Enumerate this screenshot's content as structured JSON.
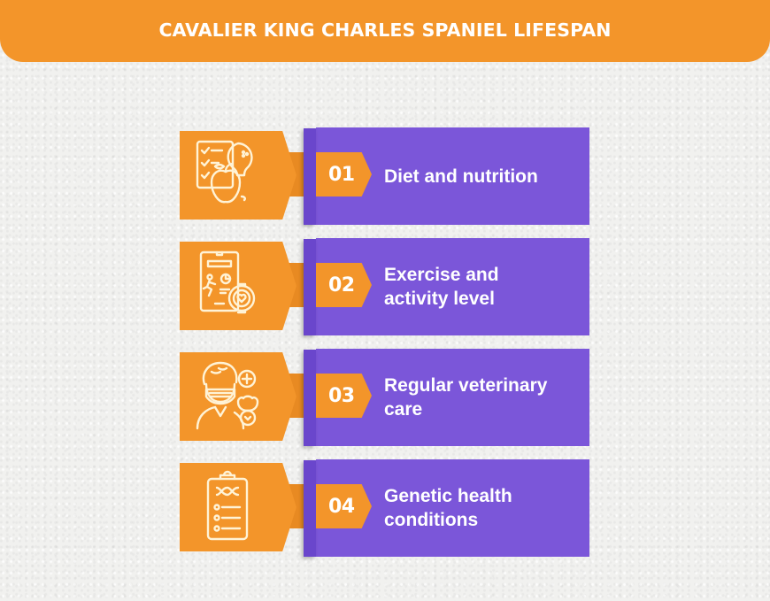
{
  "header": {
    "title": "CAVALIER KING CHARLES SPANIEL LIFESPAN"
  },
  "colors": {
    "orange": "#f3952a",
    "orange_dark": "#e88a22",
    "purple": "#7b56d9",
    "purple_dark": "#6a46cc",
    "icon_line": "#fff3d6",
    "text": "#ffffff",
    "background": "#f1f1ef"
  },
  "items": [
    {
      "number": "01",
      "label": "Diet and nutrition",
      "icon": "checklist-apple-lightbulb-icon"
    },
    {
      "number": "02",
      "label": "Exercise and\nactivity level",
      "icon": "tablet-runner-smartwatch-icon"
    },
    {
      "number": "03",
      "label": "Regular veterinary\ncare",
      "icon": "veterinarian-with-pet-icon"
    },
    {
      "number": "04",
      "label": "Genetic health\nconditions",
      "icon": "dna-clipboard-checklist-icon"
    }
  ]
}
